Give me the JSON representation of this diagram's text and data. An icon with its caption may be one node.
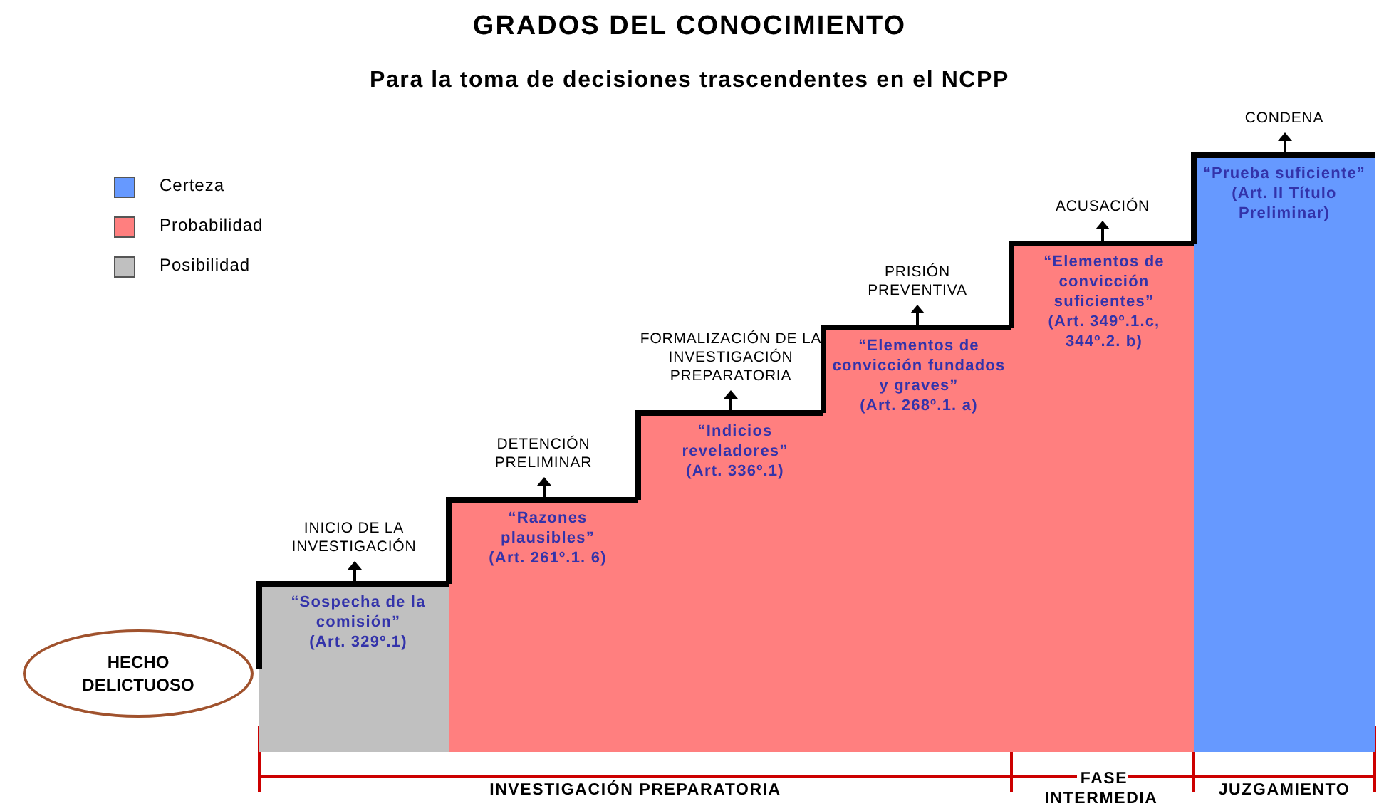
{
  "diagram": {
    "title": "GRADOS DEL CONOCIMIENTO",
    "caption": "Para la toma de decisiones trascendentes en el NCPP",
    "nodes": [
      {
        "text": [
          "HECHO DELICTUOSO"
        ]
      },
      {
        "text": [
          "INICIO DE LA INVESTIGACIÓN",
          "“Sospecha de la comisión”",
          "(Art. 329º.1)"
        ]
      },
      {
        "text": [
          "DETENCIÓN PRELIMINAR",
          "“Razones plausibles”",
          "(Art. 261º.1. 6)"
        ]
      },
      {
        "text": [
          "FORMALIZACIÓN DE LA INVESTIGACIÓN PREPARATORIA",
          "“Indicios reveladores”",
          "(Art. 336º.1)"
        ]
      },
      {
        "text": [
          "PRISIÓN PREVENTIVA",
          "“Elementos de convicción fundados y graves”",
          "(Art. 268º.1. a)"
        ]
      },
      {
        "text": [
          "ACUSACIÓN",
          "“Elementos de convicción suficientes”",
          "(Art. 349º.1.c, 344º.2. b)"
        ]
      },
      {
        "text": [
          "CONDENA",
          "“Prueba suficiente”",
          "(Art. II Título Preliminar)"
        ]
      }
    ],
    "labels": [
      "INVESTIGACIÓN PREPARATORIA",
      "FASE INTERMEDIA",
      "JUZGAMIENTO"
    ],
    "legend": [
      {
        "text": "Certeza",
        "color": "#6699ff"
      },
      {
        "text": "Probabilidad",
        "color": "#ff7f7f"
      },
      {
        "text": "Posibilidad",
        "color": "#c0c0c0"
      }
    ]
  }
}
